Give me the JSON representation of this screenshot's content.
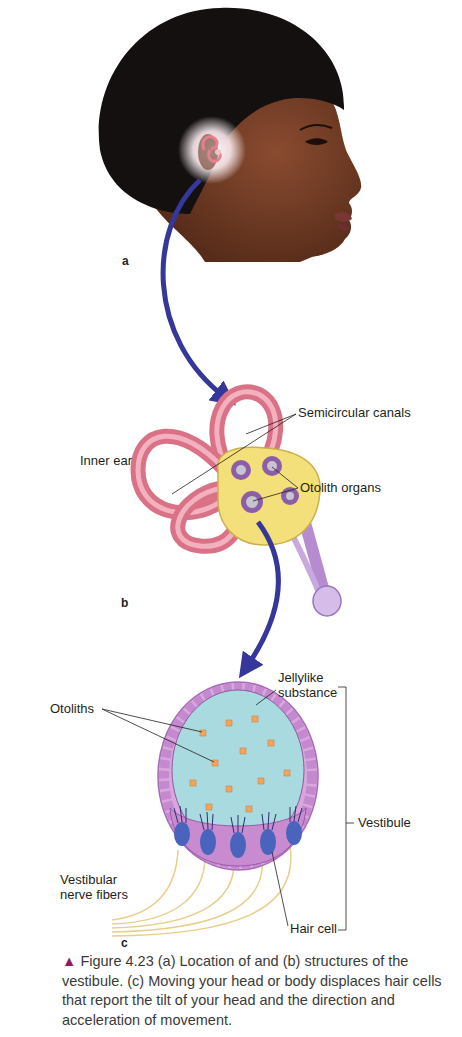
{
  "diagram": {
    "caption": "▲ Figure 4.23 (a) Location of and (b) structures of the vestibule. (c) Moving your head or body displaces hair cells that report the tilt of your head and the direction and acceleration of movement.",
    "labels": [
      "a",
      "Semicircular canals",
      "Inner ear",
      "Otolith organs",
      "b",
      "Jellylike substance",
      "Otoliths",
      "Vestibule",
      "Vestibular nerve fibers",
      "Hair cell",
      "c"
    ]
  }
}
